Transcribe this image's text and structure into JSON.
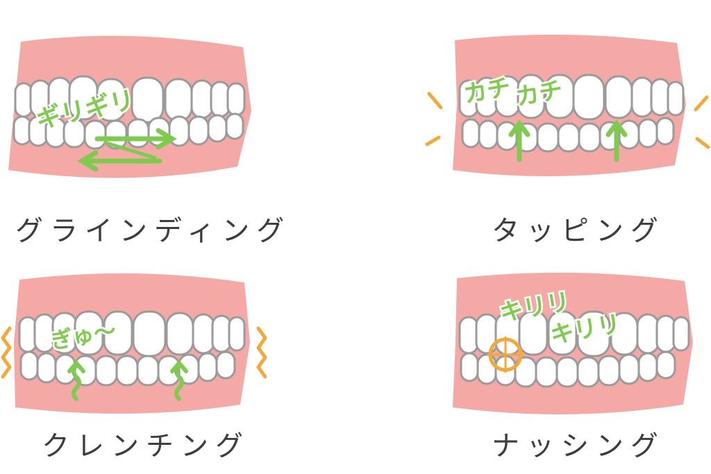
{
  "panels": [
    {
      "id": "grinding",
      "caption": "グラインディング",
      "sfx": [
        "ギリギリ"
      ]
    },
    {
      "id": "tapping",
      "caption": "タッピング",
      "sfx": [
        "カチ",
        "カチ"
      ]
    },
    {
      "id": "clenching",
      "caption": "クレンチング",
      "sfx": [
        "ぎゅ〜"
      ]
    },
    {
      "id": "gnashing",
      "caption": "ナッシング",
      "sfx": [
        "キリリ",
        "キリリ"
      ]
    }
  ],
  "colors": {
    "gum": "#f4a9a7",
    "gum_dark": "#f09895",
    "tooth": "#ffffff",
    "tooth_outline": "#9a9a9a",
    "accent_green": "#7fca4f",
    "accent_orange": "#f2a83a"
  }
}
